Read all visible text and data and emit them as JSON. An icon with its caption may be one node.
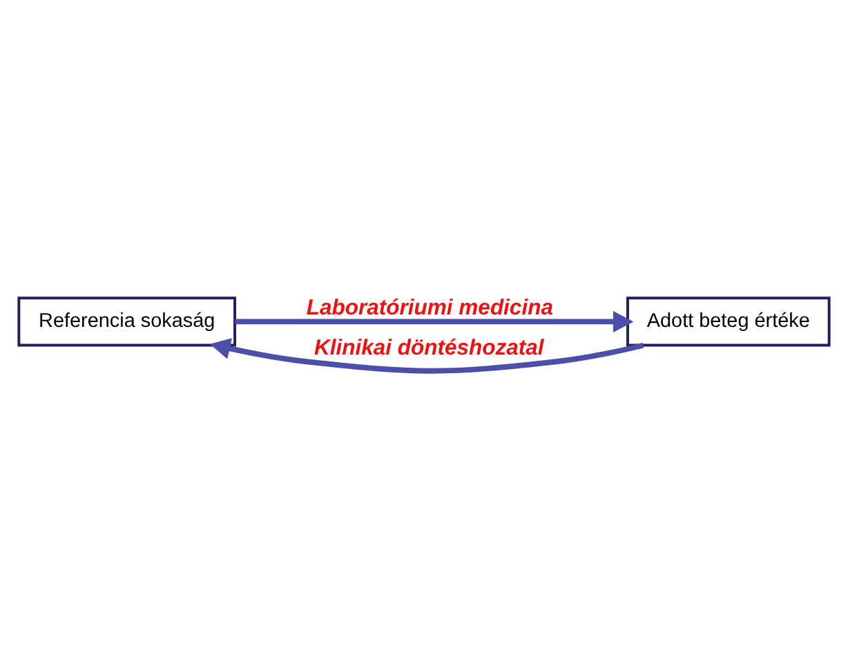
{
  "diagram": {
    "nodes": [
      {
        "text": [
          "Referencia sokaság"
        ]
      },
      {
        "text": [
          "Adott beteg értéke"
        ]
      }
    ],
    "edges": [
      {
        "from": 0,
        "to": 1,
        "arrow": "to",
        "label": "Laboratóriumi medicina"
      },
      {
        "from": 1,
        "to": 0,
        "arrow": "to",
        "label": "Klinikai döntéshozatal"
      }
    ]
  }
}
